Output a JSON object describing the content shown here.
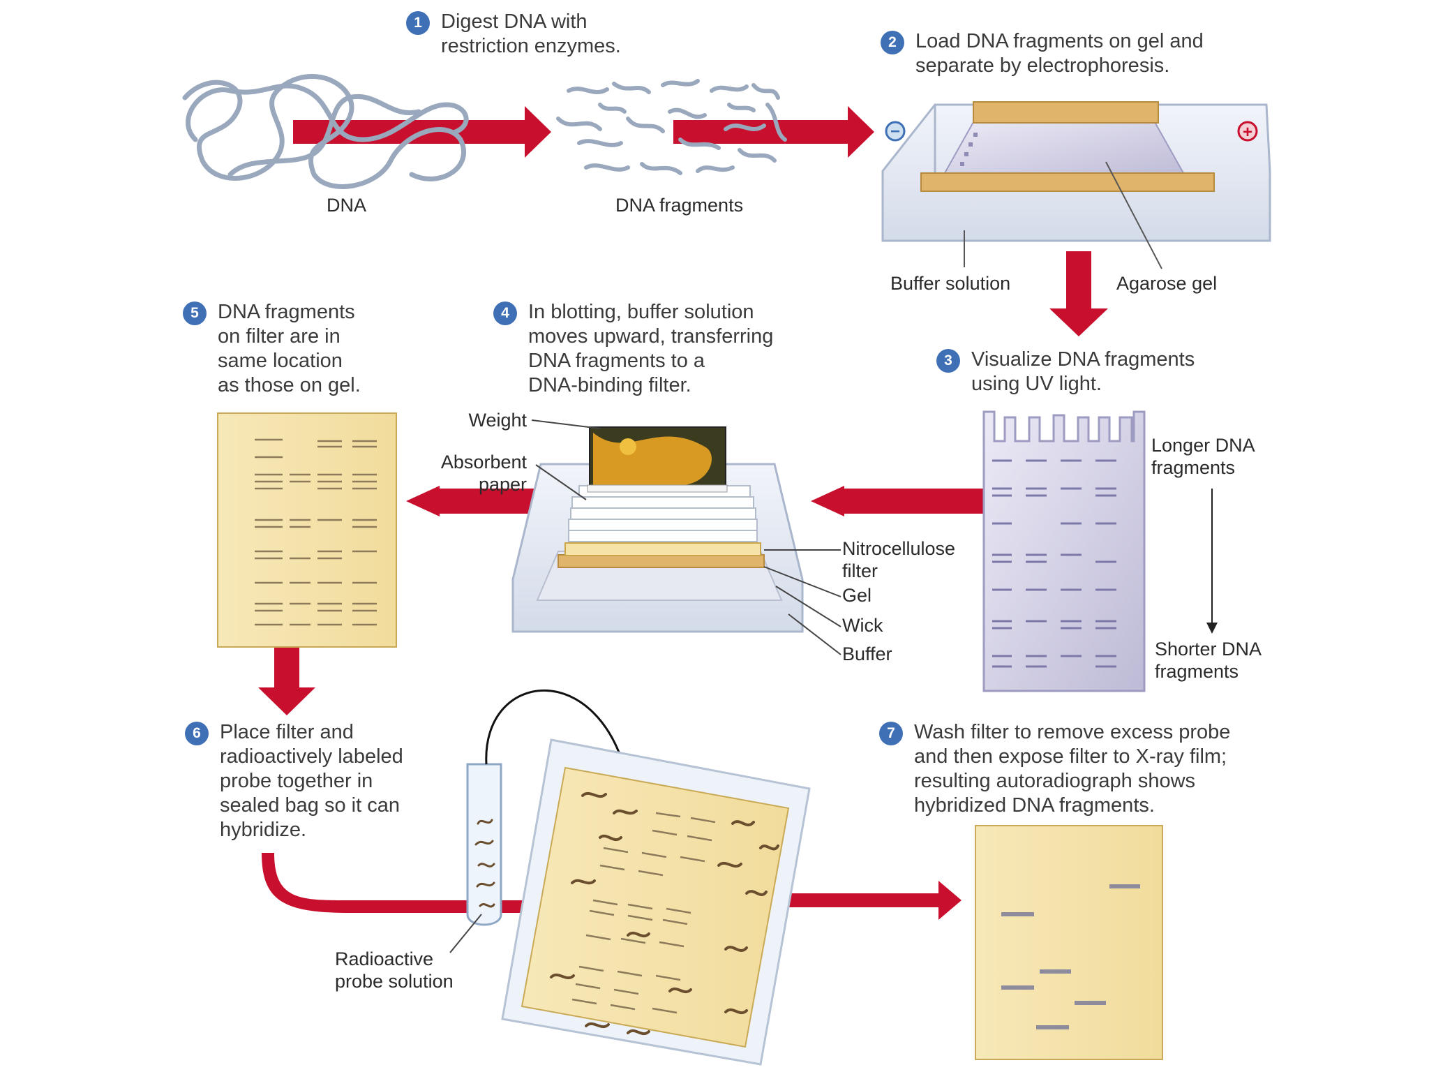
{
  "steps": [
    {
      "num": "1",
      "text": "Digest DNA with\nrestriction enzymes."
    },
    {
      "num": "2",
      "text": "Load DNA fragments on gel and\nseparate by electrophoresis."
    },
    {
      "num": "3",
      "text": "Visualize DNA fragments\nusing UV light."
    },
    {
      "num": "4",
      "text": "In blotting, buffer solution\nmoves upward, transferring\nDNA fragments to a\nDNA-binding filter."
    },
    {
      "num": "5",
      "text": "DNA fragments\non filter are in\nsame location\nas those on gel."
    },
    {
      "num": "6",
      "text": "Place filter and\nradioactively labeled\nprobe together in\nsealed bag so it can\nhybridize."
    },
    {
      "num": "7",
      "text": "Wash filter to remove excess probe\nand then expose filter to X-ray film;\nresulting autoradiograph shows\nhybridized DNA fragments."
    }
  ],
  "labels": {
    "dna": "DNA",
    "dna_fragments": "DNA fragments",
    "buffer_solution": "Buffer solution",
    "agarose_gel": "Agarose gel",
    "longer": "Longer DNA\nfragments",
    "shorter": "Shorter DNA\nfragments",
    "weight": "Weight",
    "absorbent": "Absorbent\npaper",
    "nitrocellulose": "Nitrocellulose\nfilter",
    "gel": "Gel",
    "wick": "Wick",
    "buffer": "Buffer",
    "probe": "Radioactive\nprobe solution",
    "minus": "−",
    "plus": "+"
  },
  "colors": {
    "arrow": "#c8102e",
    "filter": "#f6e3a8",
    "gel": "#d9d8ec",
    "step_badge": "#3f6fb5",
    "dna": "#9aa8bd"
  }
}
